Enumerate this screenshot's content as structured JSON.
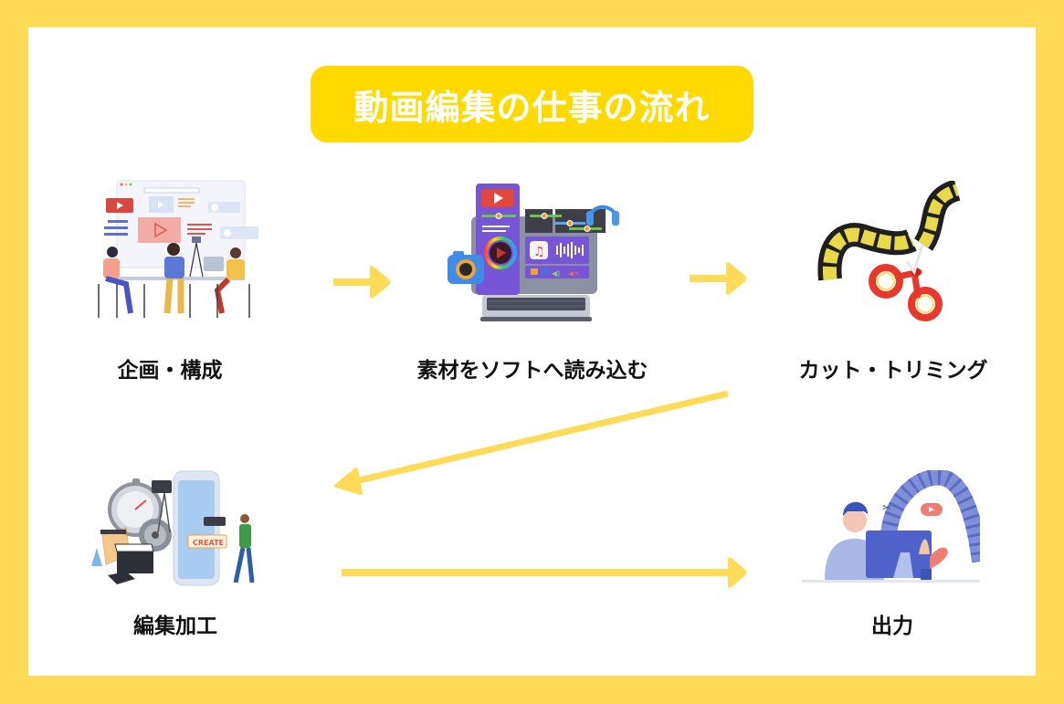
{
  "title": "動画編集の仕事の流れ",
  "colors": {
    "border": "#FFDB57",
    "title_pill": "#FFD900",
    "title_text": "#FFFFFF",
    "arrow": "#FFDB57",
    "label_text": "#111111"
  },
  "steps": [
    {
      "label": "企画・構成",
      "icon": "planning-meeting-illustration"
    },
    {
      "label": "素材をソフトへ読み込む",
      "icon": "laptop-editing-software-illustration"
    },
    {
      "label": "カット・トリミング",
      "icon": "film-scissors-illustration"
    },
    {
      "label": "編集加工",
      "icon": "video-production-smartphone-illustration"
    },
    {
      "label": "出力",
      "icon": "person-at-computer-illustration"
    }
  ],
  "flow": [
    {
      "from": 0,
      "to": 1
    },
    {
      "from": 1,
      "to": 2
    },
    {
      "from": 2,
      "to": 3
    },
    {
      "from": 3,
      "to": 4
    }
  ]
}
